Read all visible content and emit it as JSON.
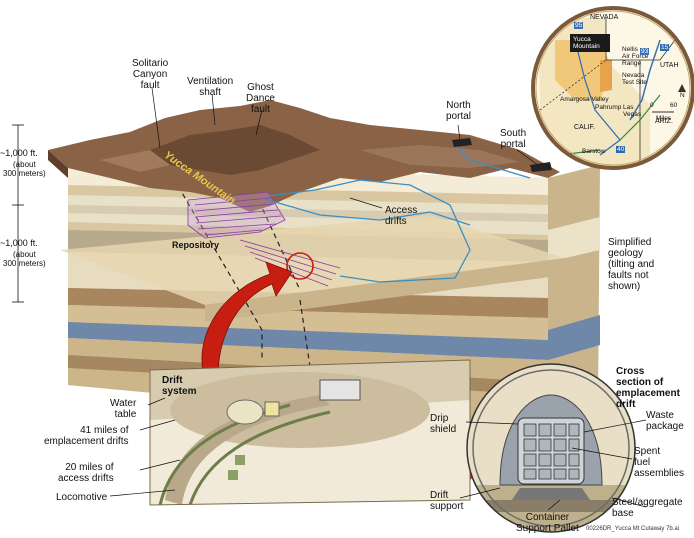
{
  "labels": {
    "solitario": "Solitario\nCanyon\nfault",
    "ventilation": "Ventilation\nshaft",
    "ghost_dance": "Ghost\nDance\nfault",
    "north_portal": "North\nportal",
    "south_portal": "South\nportal",
    "yucca_mountain": "Yucca Mountain",
    "depth1_value": "~1,000 ft.",
    "depth1_note": "(about\n300 meters)",
    "depth2_value": "~1,000 ft.",
    "depth2_note": "(about\n300 meters)",
    "access_drifts": "Access\ndrifts",
    "repository": "Repository",
    "simplified_geology": "Simplified\ngeology\n(tilting and\nfaults not\nshown)",
    "drift_system": "Drift\nsystem",
    "water_table": "Water\ntable",
    "emplacement_miles": "41 miles of\nemplacement drifts",
    "access_miles": "20 miles of\naccess drifts",
    "locomotive": "Locomotive",
    "cross_section": "Cross\nsection of\nemplacement\ndrift",
    "drip_shield": "Drip\nshield",
    "waste_package": "Waste\npackage",
    "spent_fuel": "Spent\nfuel\nassemblies",
    "drift_support": "Drift\nsupport",
    "pallet": "Container\nSupport Pallet",
    "steel_base": "Steel/aggregate\nbase",
    "credit": "00226DR_Yucca Mt Cutaway 7b.ai"
  },
  "map": {
    "nevada": "NEVADA",
    "utah": "UTAH",
    "calif": "CALIF.",
    "ariz": "ARIZ.",
    "yucca": "Yucca\nMountain",
    "nellis": "Nellis\nAir Force\nRange",
    "test_site": "Nevada\nTest Site",
    "amargosa": "Amargosa Valley",
    "pahrump": "Pahrump",
    "las_vegas": "Las\nVegas",
    "barstow": "Barstow",
    "scale_0": "0",
    "scale_60": "60",
    "miles": "Miles",
    "n": "N",
    "hwy_95": "95",
    "hwy_93": "93",
    "hwy_15": "15",
    "hwy_40": "40"
  },
  "colors": {
    "surface": "#8a6246",
    "surface_dark": "#5e3f2b",
    "layer_light": "#efe6cf",
    "layer_tan": "#d9c7a1",
    "layer_brown": "#9c7a55",
    "layer_blue": "#5d7ea6",
    "arrow_red": "#c81e12",
    "drift_line": "#3a8fc4",
    "repository": "#8a3aa0"
  }
}
